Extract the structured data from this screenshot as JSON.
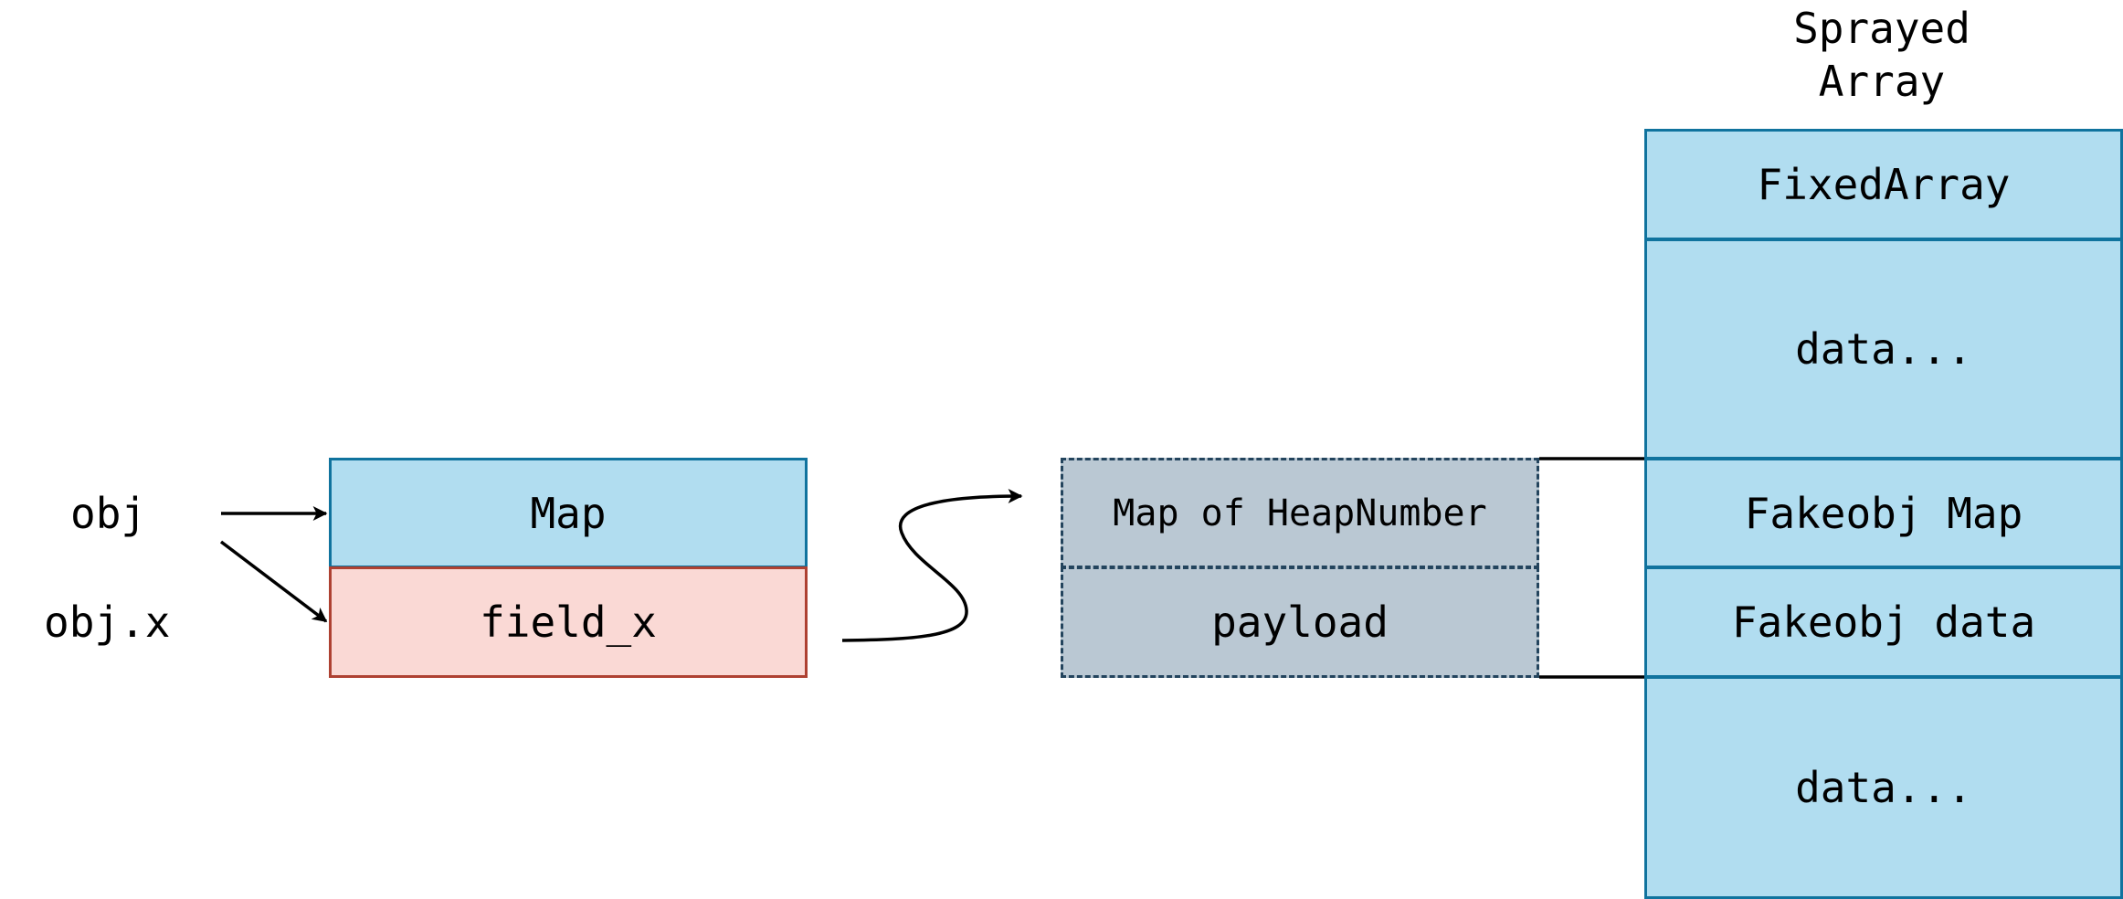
{
  "labels": {
    "obj": "obj",
    "obj_x": "obj.x"
  },
  "object": {
    "map": "Map",
    "field": "field_x"
  },
  "fake": {
    "map": "Map of HeapNumber",
    "payload": "payload"
  },
  "sprayed": {
    "title_line1": "Sprayed",
    "title_line2": "Array",
    "rows": [
      "FixedArray",
      "data...",
      "Fakeobj Map",
      "Fakeobj data",
      "data..."
    ]
  },
  "colors": {
    "blue_fill": "#b1ddf0",
    "blue_stroke": "#10739e",
    "red_fill": "#fad9d5",
    "red_stroke": "#ae4132",
    "gray_fill": "#bac8d3",
    "gray_stroke": "#23445d"
  }
}
